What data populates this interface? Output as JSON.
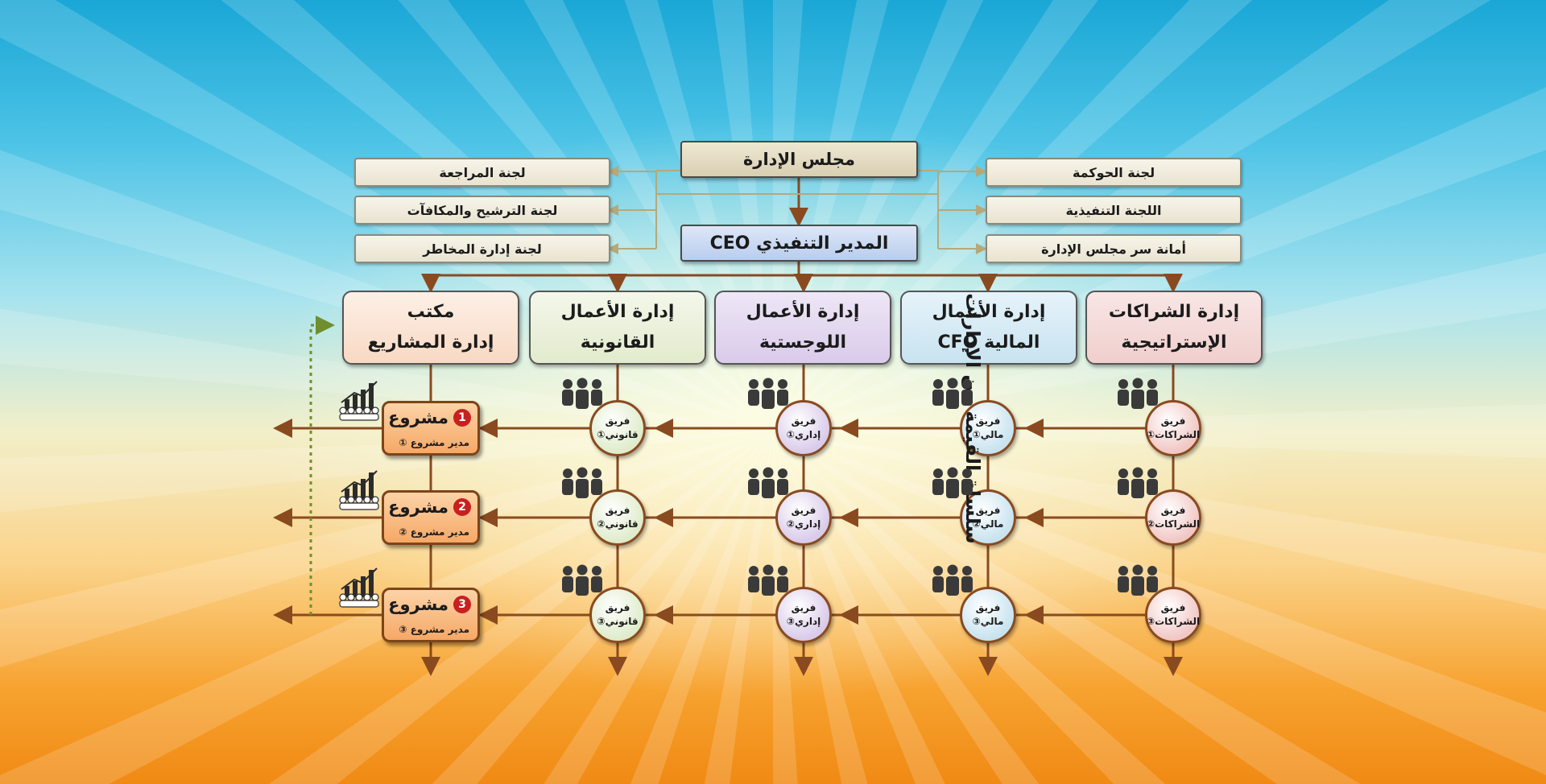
{
  "board": {
    "label": "مجلس الإدارة"
  },
  "ceo": {
    "label": "المدير التنفيذي CEO"
  },
  "committees_left": [
    "لجنة المراجعة",
    "لجنة الترشيح والمكافآت",
    "لجنة إدارة المخاطر"
  ],
  "committees_right": [
    "لجنة الحوكمة",
    "اللجنة التنفيذية",
    "أمانة سر مجلس الإدارة"
  ],
  "departments": [
    {
      "line1": "مكتب",
      "line2": "إدارة المشاريع"
    },
    {
      "line1": "إدارة الأعمال",
      "line2": "القانونية"
    },
    {
      "line1": "إدارة الأعمال",
      "line2": "اللوجستية"
    },
    {
      "line1": "إدارة الأعمال",
      "line2": "المالية CFO"
    },
    {
      "line1": "إدارة الشراكات",
      "line2": "الإستراتيجية"
    }
  ],
  "team_label": "فريق",
  "teams": [
    {
      "name": "قانوني",
      "color": "#dfeccb"
    },
    {
      "name": "إداري",
      "color": "#d9cbea"
    },
    {
      "name": "مالي",
      "color": "#c8e3f0"
    },
    {
      "name": "الشراكات",
      "color": "#f1c7c4"
    }
  ],
  "team_numbers": [
    "①",
    "②",
    "③"
  ],
  "projects": [
    {
      "title": "مشروع",
      "num": "1",
      "manager": "مدير مشروع ①"
    },
    {
      "title": "مشروع",
      "num": "2",
      "manager": "مدير مشروع ②"
    },
    {
      "title": "مشروع",
      "num": "3",
      "manager": "مدير مشروع ③"
    }
  ],
  "value_chain_label": "سلسلة القيمة من الإدارات",
  "colors": {
    "line": "#8a4a1f",
    "dept_pmo": "#fde6d6",
    "dept_legal": "#eef3df",
    "dept_logistics": "#e5dcef",
    "dept_finance": "#d9edf6",
    "dept_partnerships": "#f4dad9"
  }
}
